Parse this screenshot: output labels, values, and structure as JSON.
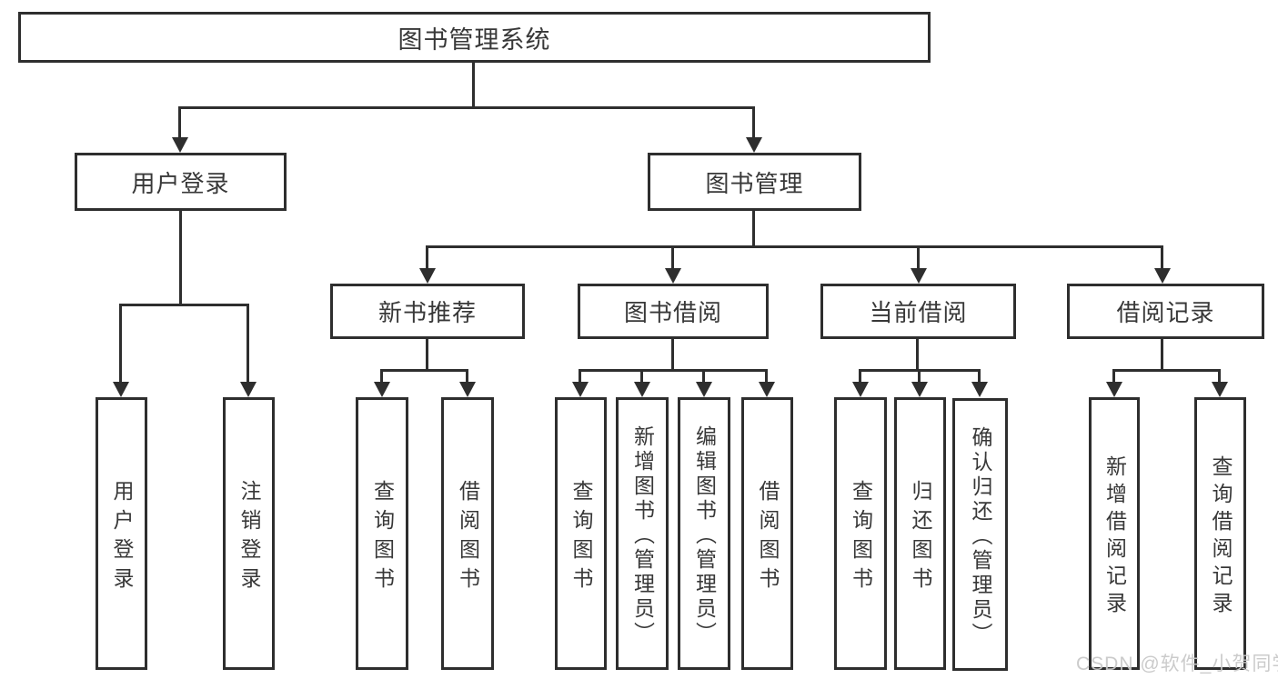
{
  "diagram_title": "图书管理系统",
  "tree": {
    "root": {
      "label": "图书管理系统",
      "children": [
        {
          "label": "用户登录",
          "children": [
            {
              "label": "用户登录"
            },
            {
              "label": "注销登录"
            }
          ]
        },
        {
          "label": "图书管理",
          "children": [
            {
              "label": "新书推荐",
              "children": [
                {
                  "label": "查询图书"
                },
                {
                  "label": "借阅图书"
                }
              ]
            },
            {
              "label": "图书借阅",
              "children": [
                {
                  "label": "查询图书"
                },
                {
                  "label": "新增图书（管理员）"
                },
                {
                  "label": "编辑图书（管理员）"
                },
                {
                  "label": "借阅图书"
                }
              ]
            },
            {
              "label": "当前借阅",
              "children": [
                {
                  "label": "查询图书"
                },
                {
                  "label": "归还图书"
                },
                {
                  "label": "确认归还（管理员）"
                }
              ]
            },
            {
              "label": "借阅记录",
              "children": [
                {
                  "label": "新增借阅记录"
                },
                {
                  "label": "查询借阅记录"
                }
              ]
            }
          ]
        }
      ]
    }
  },
  "watermark": {
    "text": "CSDN @软件_小贺同学"
  },
  "colors": {
    "line": "#2e2e2e",
    "text": "#383838",
    "box_background": "#ffffff",
    "page_background": "#ffffff",
    "watermark": "#c8c8c8"
  }
}
